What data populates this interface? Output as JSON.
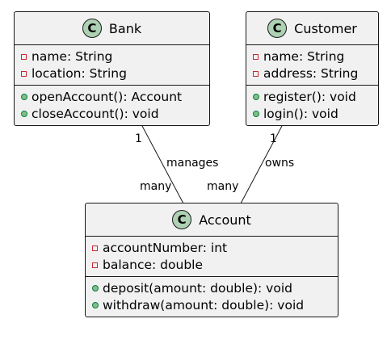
{
  "classes": {
    "bank": {
      "stereotype_icon": "C",
      "name": "Bank",
      "attributes": [
        "name: String",
        "location: String"
      ],
      "methods": [
        "openAccount(): Account",
        "closeAccount(): void"
      ]
    },
    "customer": {
      "stereotype_icon": "C",
      "name": "Customer",
      "attributes": [
        "name: String",
        "address: String"
      ],
      "methods": [
        "register(): void",
        "login(): void"
      ]
    },
    "account": {
      "stereotype_icon": "C",
      "name": "Account",
      "attributes": [
        "accountNumber: int",
        "balance: double"
      ],
      "methods": [
        "deposit(amount: double): void",
        "withdraw(amount: double): void"
      ]
    }
  },
  "associations": {
    "bank_account": {
      "label": "manages",
      "source_multiplicity": "1",
      "target_multiplicity": "many"
    },
    "customer_account": {
      "label": "owns",
      "source_multiplicity": "1",
      "target_multiplicity": "many"
    }
  }
}
